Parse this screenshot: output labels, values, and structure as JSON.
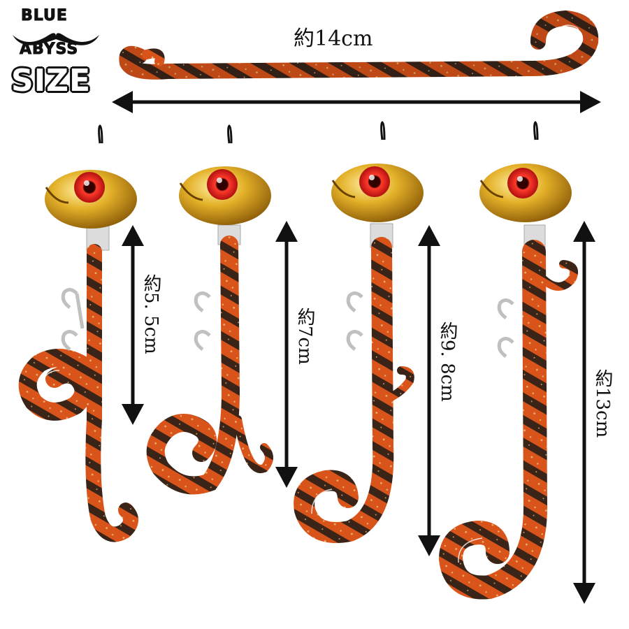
{
  "logo": {
    "line1": "BLUE",
    "line2": "ABYSS",
    "size": "SIZE"
  },
  "colors": {
    "body_orange": "#d9541a",
    "band_dark": "#3a2418",
    "head_gold": "#d9a21c",
    "eye_red": "#c81e1e",
    "arrow": "#111111"
  },
  "measurements": {
    "full_length": "約14cm",
    "lure1": "約5. 5cm",
    "lure2": "約7cm",
    "lure3": "約9. 8cm",
    "lure4": "約13cm"
  }
}
